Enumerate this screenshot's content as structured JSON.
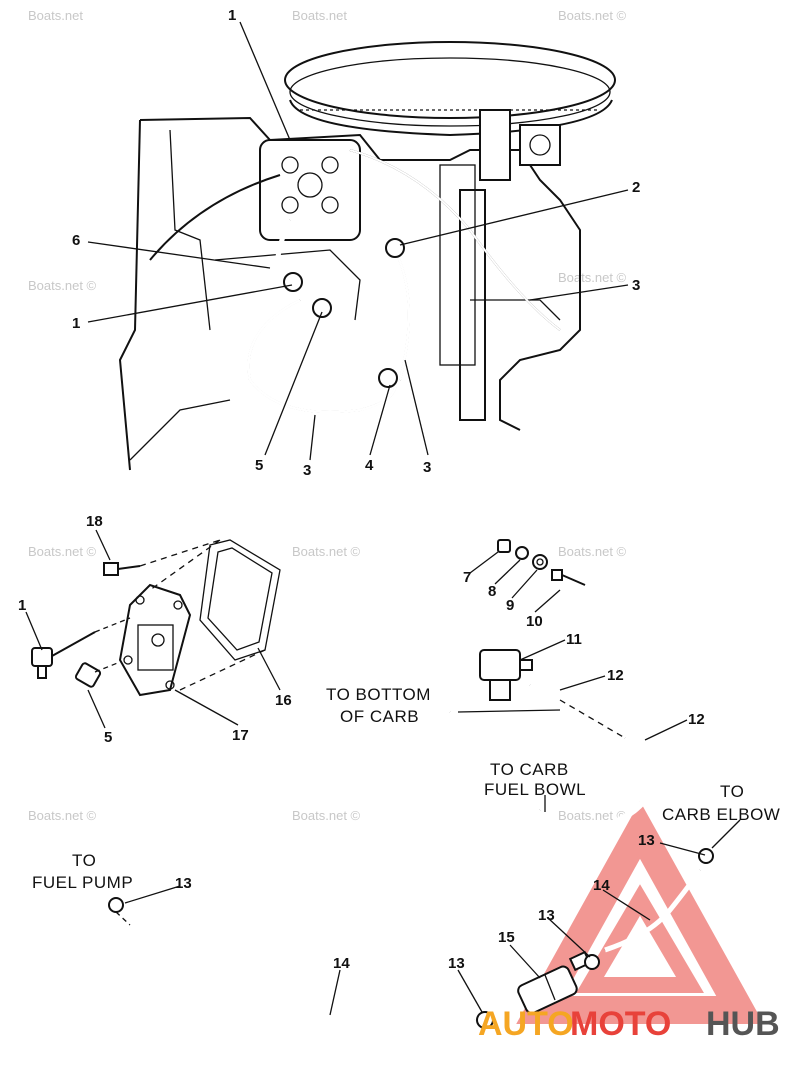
{
  "watermarks": [
    "Boats.net",
    "Boats.net",
    "Boats.net ©",
    "Boats.net ©",
    "Boats.net ©",
    "Boats.net ©",
    "Boats.net ©",
    "Boats.net ©",
    "Boats.net ©",
    "Boats.net ©",
    "Boats.net ©"
  ],
  "upper_callouts": [
    "1",
    "2",
    "6",
    "3",
    "1",
    "5",
    "3",
    "4",
    "3"
  ],
  "lower_callouts": [
    "18",
    "1",
    "5",
    "17",
    "16",
    "7",
    "8",
    "9",
    "10",
    "11",
    "12",
    "12",
    "13",
    "14",
    "13",
    "15",
    "13",
    "13",
    "14"
  ],
  "notes": {
    "to_bottom_of_carb": [
      "TO BOTTOM",
      "OF CARB"
    ],
    "to_carb_fuel_bowl": [
      "TO CARB",
      "FUEL BOWL"
    ],
    "to_carb_elbow": [
      "TO",
      "CARB ELBOW"
    ],
    "to_fuel_pump": [
      "TO",
      "FUEL PUMP"
    ]
  },
  "logo": {
    "part1": "AUTO",
    "part2": "MOTO",
    "part3": "HUB",
    "color1": "#f5a623",
    "color2": "#e8423a",
    "color3": "#555555",
    "triangle_color": "#e8423a"
  }
}
